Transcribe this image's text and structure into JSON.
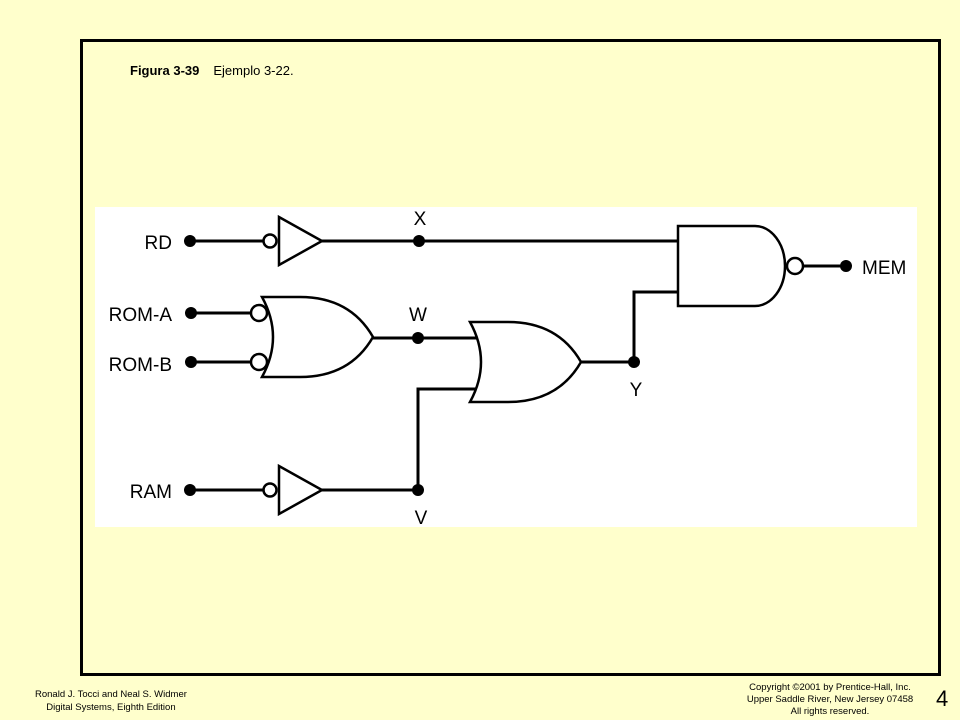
{
  "caption": {
    "number": "Figura 3-39",
    "title": "Ejemplo 3-22."
  },
  "inputs": {
    "rd": "RD",
    "rom_a": "ROM-A",
    "rom_b": "ROM-B",
    "ram": "RAM"
  },
  "nodes": {
    "x": "X",
    "w": "W",
    "y": "Y",
    "v": "V"
  },
  "output": "MEM",
  "footer": {
    "author_line1": "Ronald J. Tocci and Neal S. Widmer",
    "author_line2": "Digital Systems, Eighth Edition",
    "copyright_line1": "Copyright ©2001 by Prentice-Hall, Inc.",
    "copyright_line2": "Upper Saddle River, New Jersey 07458",
    "copyright_line3": "All rights reserved.",
    "chapter": "4"
  }
}
